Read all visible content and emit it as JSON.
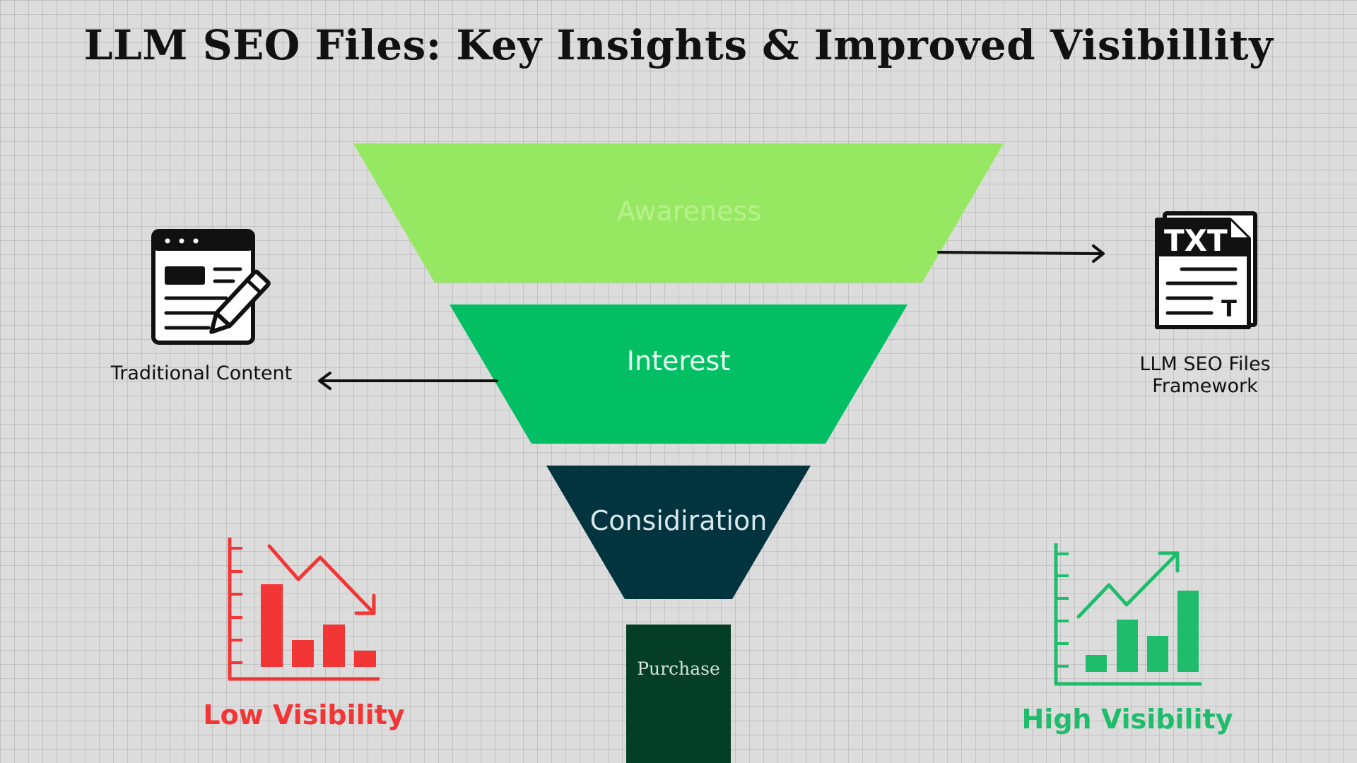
{
  "title": "LLM SEO Files: Key Insights & Improved Visibillity",
  "funnel": {
    "stages": [
      {
        "label": "Awareness",
        "fill": "#96e862",
        "text_color": "#b9f08e"
      },
      {
        "label": "Interest",
        "fill": "#03bf63",
        "text_color": "#e6fff0"
      },
      {
        "label": "Considiration",
        "fill": "#023440",
        "text_color": "#d8e8ec"
      },
      {
        "label": "Purchase",
        "fill": "#053e28",
        "text_color": "#d8e4dd"
      }
    ]
  },
  "left": {
    "icon": "document-edit-icon",
    "label": "Traditional Content"
  },
  "right": {
    "icon": "txt-file-icon",
    "label_line1": "LLM SEO Files",
    "label_line2": "Framework"
  },
  "low_visibility": {
    "label": "Low Visibility",
    "icon": "declining-chart-icon",
    "color": "#f23535"
  },
  "high_visibility": {
    "label": "High Visibility",
    "icon": "rising-chart-icon",
    "color": "#1fbc6c"
  }
}
